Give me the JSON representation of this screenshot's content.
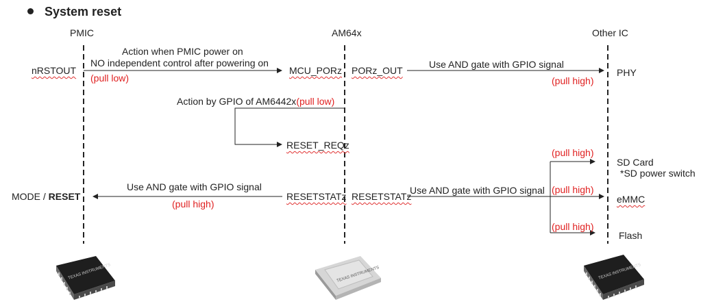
{
  "heading": "System reset",
  "columns": {
    "pmic": "PMIC",
    "am64x": "AM64x",
    "other": "Other IC"
  },
  "pmic_side": {
    "nrstout": "nRSTOUT",
    "mode_prefix": "MODE / ",
    "mode_reset": "RESET"
  },
  "am64x_side": {
    "mcu_porz": "MCU_PORz",
    "porz_out": "PORz_OUT",
    "reset_reqz": "RESET_REQz",
    "resetstatz_left": "RESETSTATz",
    "resetstatz_right": "RESETSTATz"
  },
  "other_side": {
    "phy": "PHY",
    "sd_card": "SD Card",
    "sd_power": "*SD power switch",
    "emmc": "eMMC",
    "flash": "Flash"
  },
  "annotations": {
    "pmic_action_line1": "Action when PMIC power on",
    "pmic_action_line2": "NO independent control after powering on",
    "pull_low_1": "(pull low)",
    "gpio_and_top": "Use AND gate with GPIO signal",
    "pull_high_phy": "(pull high)",
    "gpio_action": "Action by GPIO of AM6442x",
    "pull_low_2": "(pull low)",
    "pull_high_sd": "(pull high)",
    "gpio_and_left": "Use AND gate with GPIO signal",
    "pull_high_left": "(pull high)",
    "gpio_and_right": "Use AND gate with GPIO signal",
    "pull_high_emmc": "(pull high)",
    "pull_high_flash": "(pull high)"
  },
  "chips": {
    "pmic_logo": "TEXAS INSTRUMENTS",
    "am64x_logo": "TEXAS INSTRUMENTS",
    "other_logo": "TEXAS INSTRUMENTS"
  },
  "colors": {
    "accent_red": "#e02020",
    "line": "#222222"
  }
}
